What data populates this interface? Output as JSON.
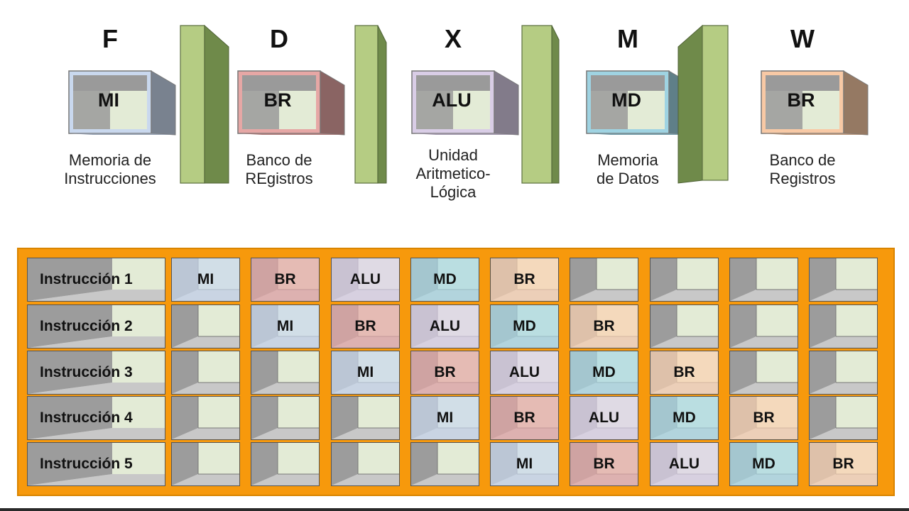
{
  "stages": [
    {
      "letter": "F",
      "box_label": "MI",
      "caption": [
        "Memoria de",
        "Instrucciones"
      ],
      "color": "#c9d8ee"
    },
    {
      "letter": "D",
      "box_label": "BR",
      "caption": [
        "Banco de",
        "REgistros"
      ],
      "color": "#e6a7a5"
    },
    {
      "letter": "X",
      "box_label": "ALU",
      "caption": [
        "Unidad",
        "Aritmetico-",
        "Lógica"
      ],
      "color": "#d9cde6"
    },
    {
      "letter": "M",
      "box_label": "MD",
      "caption": [
        "Memoria",
        "de Datos"
      ],
      "color": "#9fd3e2"
    },
    {
      "letter": "W",
      "box_label": "BR",
      "caption": [
        "Banco de",
        "Registros"
      ],
      "color": "#f8c9a5"
    }
  ],
  "unit_colors": {
    "MI": "#c9d8ee",
    "BR": "#e6a7a5",
    "ALU": "#ddd3ea",
    "MD": "#a8d8e6",
    "BR_W": "#fbd2b0"
  },
  "pipeline_grid": {
    "cycles": 9,
    "rows": [
      {
        "label": "Instrucción 1",
        "start": 0
      },
      {
        "label": "Instrucción 2",
        "start": 1
      },
      {
        "label": "Instrucción 3",
        "start": 2
      },
      {
        "label": "Instrucción 4",
        "start": 3
      },
      {
        "label": "Instrucción 5",
        "start": 4
      }
    ],
    "sequence": [
      "MI",
      "BR",
      "ALU",
      "MD",
      "BR"
    ]
  },
  "colors": {
    "panel": "#f7990c",
    "latch_front": "#b5cc83",
    "latch_side": "#6f8a4a"
  }
}
